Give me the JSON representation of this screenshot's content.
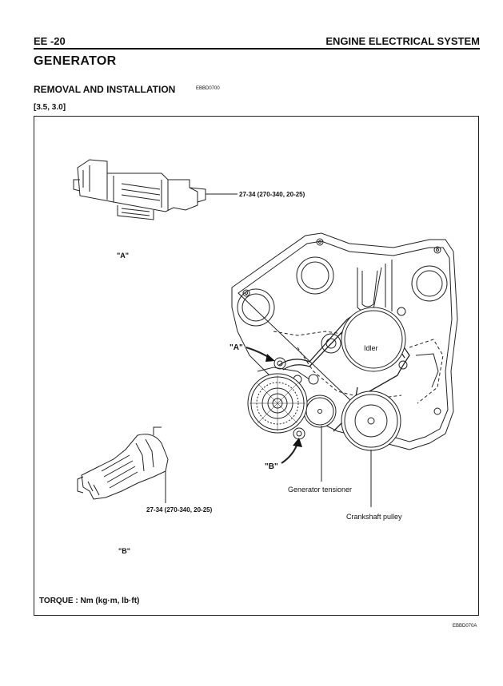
{
  "header": {
    "page_number": "EE -20",
    "chapter": "ENGINE ELECTRICAL SYSTEM"
  },
  "section": {
    "title": "GENERATOR",
    "subtitle": "REMOVAL AND INSTALLATION",
    "subtitle_code": "EBBD0700",
    "spec": "[3.5, 3.0]"
  },
  "figure": {
    "detail_a_label": "\"A\"",
    "detail_b_label": "\"B\"",
    "callout_a": "\"A\"",
    "callout_b": "\"B\"",
    "torque_a": "27-34 (270-340, 20-25)",
    "torque_b": "27-34 (270-340, 20-25)",
    "idler": "Idler",
    "generator_tensioner": "Generator tensioner",
    "crankshaft_pulley": "Crankshaft pulley",
    "torque_note": "TORQUE : Nm (kg·m, lb·ft)",
    "figure_code": "EBBD070A"
  }
}
